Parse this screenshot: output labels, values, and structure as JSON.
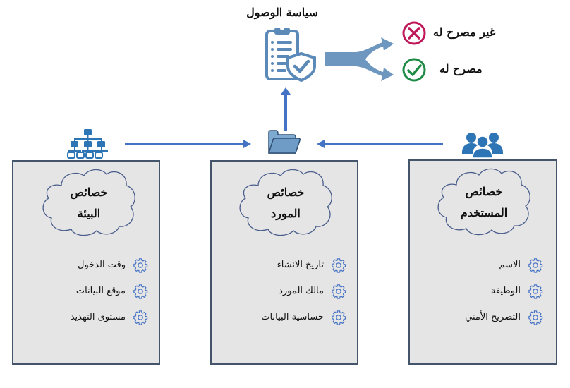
{
  "policy": {
    "title": "سياسة الوصول",
    "icon": "clipboard-shield-check-icon"
  },
  "outcomes": {
    "denied": {
      "label": "غير مصرح له",
      "icon": "x-circle-icon",
      "color": "#c0195a"
    },
    "granted": {
      "label": "مصرح له",
      "icon": "check-circle-icon",
      "color": "#1e8b45"
    }
  },
  "center_icon": "folder-icon",
  "panels": {
    "environment": {
      "icon": "hierarchy-icon",
      "title_line1": "خصائص",
      "title_line2": "البيئة",
      "items": [
        "وقت الدخول",
        "موقع البيانات",
        "مستوى التهديد"
      ]
    },
    "resource": {
      "icon": "folder-icon",
      "title_line1": "خصائص",
      "title_line2": "المورد",
      "items": [
        "تاريخ الانشاء",
        "مالك المورد",
        "حساسية البيانات"
      ]
    },
    "user": {
      "icon": "users-group-icon",
      "title_line1": "خصائص",
      "title_line2": "المستخدم",
      "items": [
        "الاسم",
        "الوظيفة",
        "التصريح الأمني"
      ]
    }
  },
  "colors": {
    "arrow": "#4472c4",
    "icon_blue": "#2e75b6",
    "policy_icon": "#5b8ab8",
    "split_arrow": "#6d97bf",
    "panel_bg": "#e6e5e6",
    "panel_border": "#44546a",
    "cloud_stroke": "#4a5e8c",
    "gear_stroke": "#4472c4"
  }
}
